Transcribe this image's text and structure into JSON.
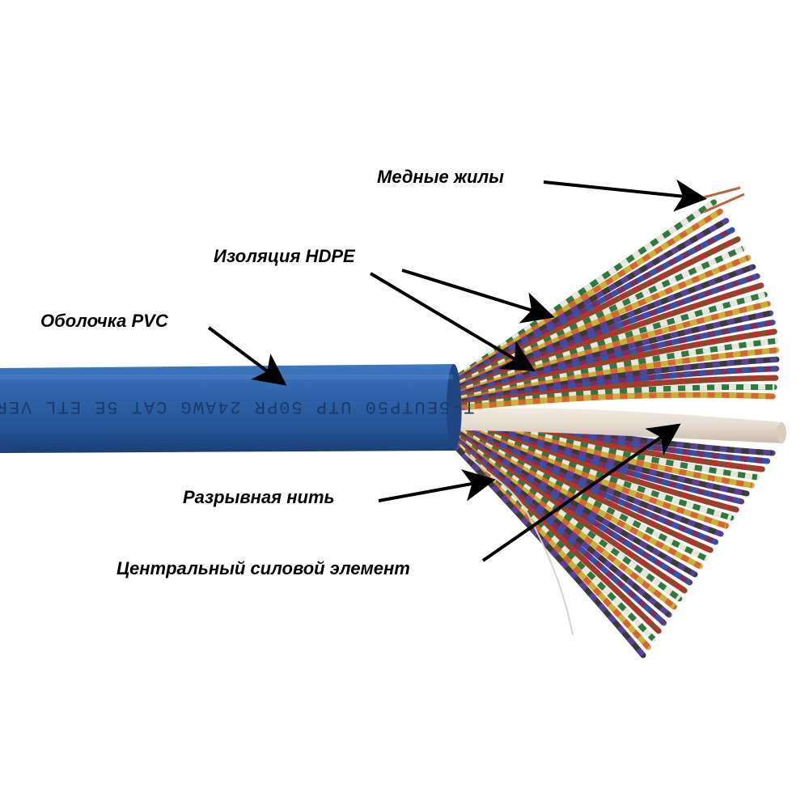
{
  "diagram": {
    "labels": {
      "copper": "Медные жилы",
      "hdpe": "Изоляция HDPE",
      "pvc": "Оболочка PVC",
      "ripcord": "Разрывная нить",
      "strength": "Центральный силовой элемент"
    },
    "jacket_print": "T-5EUTP50 UTP 50PR 24AWG CAT 5E ETL VER",
    "colors": {
      "jacket": "#2c5da1",
      "text": "#000000",
      "background": "#ffffff",
      "strength_member": "#e8ddd2"
    },
    "wire_colors": [
      "#2e7a3c",
      "#d9652a",
      "#5a3f9a",
      "#3452a8",
      "#8a4a2a",
      "#e8e4de",
      "#c9b13a",
      "#3a3a3a",
      "#7a2f5e",
      "#b8322c"
    ]
  }
}
